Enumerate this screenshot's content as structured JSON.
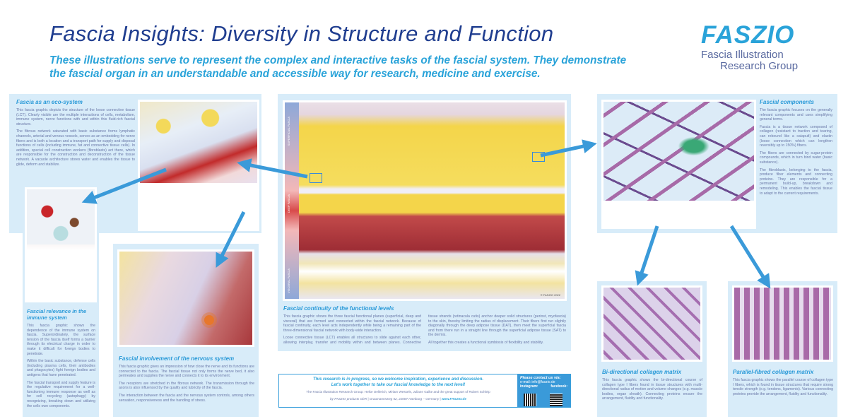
{
  "header": {
    "title": "Fascia Insights: Diversity in Structure and Function",
    "subtitle": "These illustrations serve to represent the complex and interactive tasks of the fascial system. They demonstrate the fascial organ in an understandable and accessible way for research, medicine and exercise."
  },
  "logo": {
    "brand": "FASZIO",
    "line1": "Fascia Illustration",
    "line2": "Research Group"
  },
  "panels": {
    "ecosystem": {
      "title": "Fascia as an eco-system",
      "paragraphs": [
        "This fascia graphic depicts the structure of the loose connective tissue (LCT). Clearly visible are the multiple interactions of cells, metabolism, immune system, nerve functions with and within this fluid-rich fascial structure.",
        "The fibrous network saturated with basic substance forms lymphatic channels, arterial and venous vessels, serves as an embedding for nerve fibers and is both a location and a transport path for supply and disposal functions of cells (including immune, fat and connective tissue cells). In addition, special cell construction workers (fibroblasts) act there, which are responsible for the construction and deconstruction of the tissue network. A vacuole architecture stores water and enables the tissue to glide, deform and stabilize."
      ]
    },
    "immune": {
      "title": "Fascial relevance in the immune system",
      "paragraphs": [
        "This fascia graphic shows the dependence of the immune system on fascia. Superordinately, the surface tension of the fascia itself forms a barrier through its electrical charge in order to make it difficult for foreign bodies to penetrate.",
        "Within the basic substance, defense cells (including plasma cells, their antibodies and phagocytes) fight foreign bodies and antigens that have penetrated.",
        "The fascial transport and supply feature is the regulative requirement for a well-functioning immune response as well as for cell recycling (autophagy) by recognizing, breaking down and utilizing the cells own components."
      ]
    },
    "nervous": {
      "title": "Fascial involvement of the nervous system",
      "paragraphs": [
        "This fascia graphic gives an impression of how close the nerve and its functions are connected to the fascia. The fascial tissue not only forms the nerve bed, it also permeates and supplies the nerve and connects it to its environment.",
        "The receptors are stretched in the fibrous network. The transmission through the axons is also influenced by the quality and lubricity of the fascia.",
        "The interaction between the fascia and the nervous system controls, among others sensation, responsiveness and the handling of stress."
      ]
    },
    "continuity": {
      "title": "Fascial continuity of the functional levels",
      "paragraphs": [
        "This fascia graphic shows the three fascial functional planes (superficial, deep and visceral) that are formed and connected within the fascial network. Because of fascial continuity, each level acts independently while being a remaining part of the three-dimensional fascial network with body-wide interaction.",
        "Loose connective tissue (LCT) enables all structures to slide against each other, allowing interplay, transfer and mobility within and between planes. Connective tissue strands (retinacula cutis) anchor deeper solid structures (periost, myofascia) to the skin, thereby limiting the radius of displacement. Their fibers first run slightly diagonally through the deep adipose tissue (DAT), then meet the superficial fascia and from there run in a straight line through the superficial adipose tissue (SAT) to the dermis.",
        "All together this creates a functional symbiosis of flexibility and stability."
      ],
      "layer_labels": [
        "SUPERFICIAL FASCIA",
        "DEEP FASCIA",
        "VISCERAL FASCIA"
      ],
      "copyright": "© FASZIO 2022"
    },
    "components": {
      "title": "Fascial components",
      "paragraphs": [
        "The fascia graphic focuses on the generally relevant components and uses simplifying general terms.",
        "Fascia is a tissue network composed of collagen (resistant to traction and tearing, can rebound like a catapult) and elastin (loose connection which can lengthen reversibly up to 150%) fibers.",
        "The fibers are connected by sugar-protein compounds, which in turn bind water (basic substance).",
        "The fibroblasts, belonging to the fascia, produce fiber elements and connecting proteins. They are responsible for a permanent build-up, breakdown and remodeling. This enables the fascial tissue to adapt to the current requirements."
      ]
    },
    "bidirectional": {
      "title": "Bi-directional collagen matrix",
      "paragraphs": [
        "This fascia graphic shows the bi-directional course of collagen type I fibers found in tissue structures with multi-directional radius of motion and volume changes (e.g. muscle bodies, organ sheath). Connecting proteins ensure the arrangement, fluidity and functionality."
      ]
    },
    "parallel": {
      "title": "Parallel-fibred collagen matrix",
      "paragraphs": [
        "This fascia graphic shows the parallel course of collagen type I fibers, which is found in tissue structures that require strong tensile strength (e.g. tendons, ligaments). Various connecting proteins provide the arrangement, fluidity and functionality."
      ]
    }
  },
  "footer": {
    "line1": "This research is in progress, so we welcome inspiration, experience and discussion.",
    "line2": "Let's work together to take our fascial knowledge to the next level!",
    "credits": "The Fascia Illustration Research Group: Heike Oellerich, Miriam Wessels, Juliane Galke and the great support of Robert Schleip",
    "address": "by FASZIO products GbR | Graumannsweg 52, 22087 Hamburg – Germany | ",
    "website": "www.FASZIO.de",
    "contact_title": "Please contact us via:",
    "email": "e-mail: info@faszio.de",
    "instagram": "instagram:",
    "facebook": "facebook:"
  },
  "colors": {
    "title": "#1f3d8f",
    "accent": "#2aa3d9",
    "panel": "#d8ecf9",
    "arrow": "#3a9ad9"
  }
}
